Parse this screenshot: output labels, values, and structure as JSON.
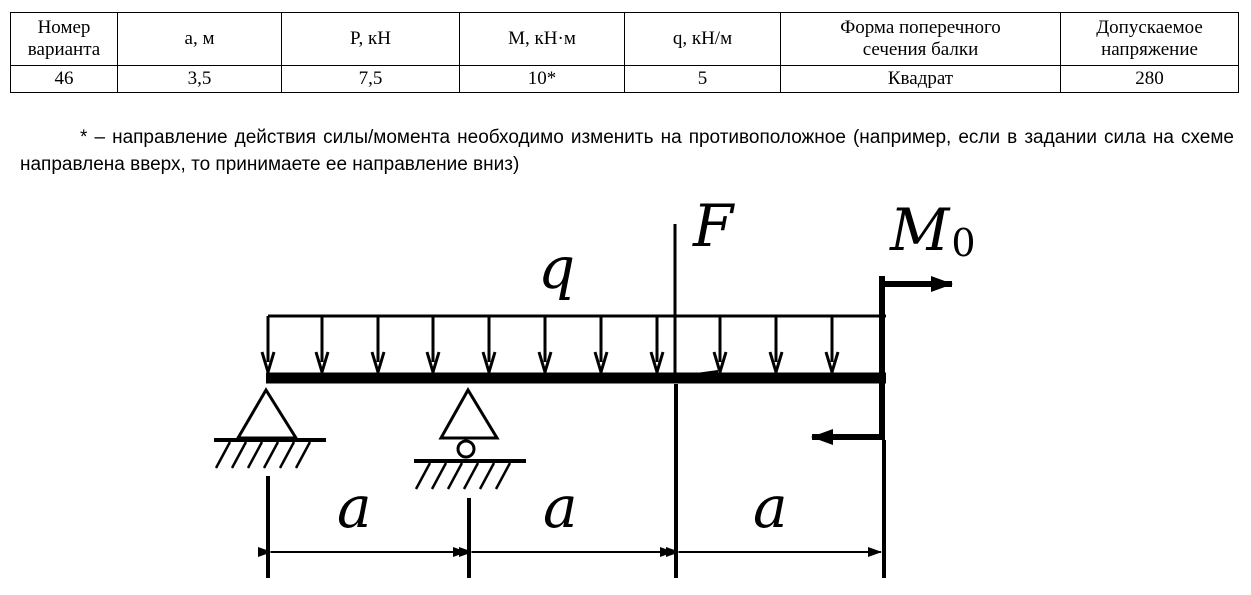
{
  "table": {
    "headers": [
      {
        "line1": "Номер",
        "line2": "варианта"
      },
      {
        "line1": "a, м",
        "line2": ""
      },
      {
        "line1": "P, кН",
        "line2": ""
      },
      {
        "line1": "M, кН·м",
        "line2": ""
      },
      {
        "line1": "q, кН/м",
        "line2": ""
      },
      {
        "line1": "Форма поперечного",
        "line2": "сечения балки"
      },
      {
        "line1": "Допускаемое",
        "line2": "напряжение"
      }
    ],
    "row": [
      "46",
      "3,5",
      "7,5",
      "10*",
      "5",
      "Квадрат",
      "280"
    ]
  },
  "note": "* – направление действия силы/момента необходимо изменить на противоположное (например, если в задании сила на схеме направлена вверх, то принимаете ее направление вниз)",
  "diagram": {
    "distributed_load_label": "q",
    "force_label": "F",
    "moment_label": "M",
    "moment_subscript": "0",
    "dimension_labels": [
      "a",
      "a",
      "a"
    ]
  }
}
